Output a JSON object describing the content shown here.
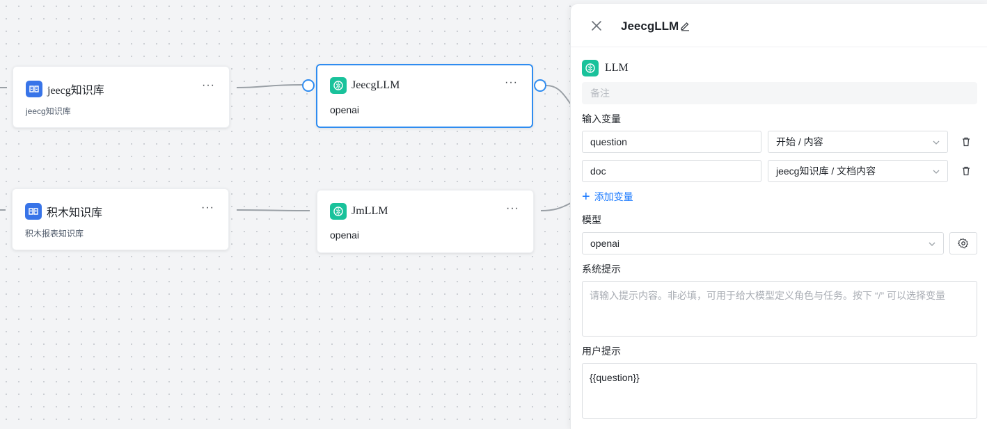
{
  "canvas": {
    "nodes": [
      {
        "title": "jeecg知识库",
        "subtitle": "jeecg知识库",
        "icon": "book-icon",
        "type": "knowledge"
      },
      {
        "title": "JeecgLLM",
        "subtitle": "openai",
        "icon": "brain-icon",
        "type": "llm",
        "selected": true
      },
      {
        "title": "积木知识库",
        "subtitle": "积木报表知识库",
        "icon": "book-icon",
        "type": "knowledge"
      },
      {
        "title": "JmLLM",
        "subtitle": "openai",
        "icon": "brain-icon",
        "type": "llm"
      }
    ],
    "more_label": "···"
  },
  "panel": {
    "title": "JeecgLLM",
    "type_label": "LLM",
    "remark_placeholder": "备注",
    "input_vars_label": "输入变量",
    "input_vars": [
      {
        "name": "question",
        "source": "开始 / 内容"
      },
      {
        "name": "doc",
        "source": "jeecg知识库 / 文档内容"
      }
    ],
    "add_var_label": "添加变量",
    "model_label": "模型",
    "model_value": "openai",
    "system_prompt_label": "系统提示",
    "system_prompt_placeholder": "请输入提示内容。非必填，可用于给大模型定义角色与任务。按下 “/” 可以选择变量",
    "user_prompt_label": "用户提示",
    "user_prompt_value": "{{question}}"
  },
  "colors": {
    "accent": "#2f8cf0",
    "llm_icon": "#19c29b",
    "kb_icon": "#3874e8",
    "link": "#1677ff"
  }
}
